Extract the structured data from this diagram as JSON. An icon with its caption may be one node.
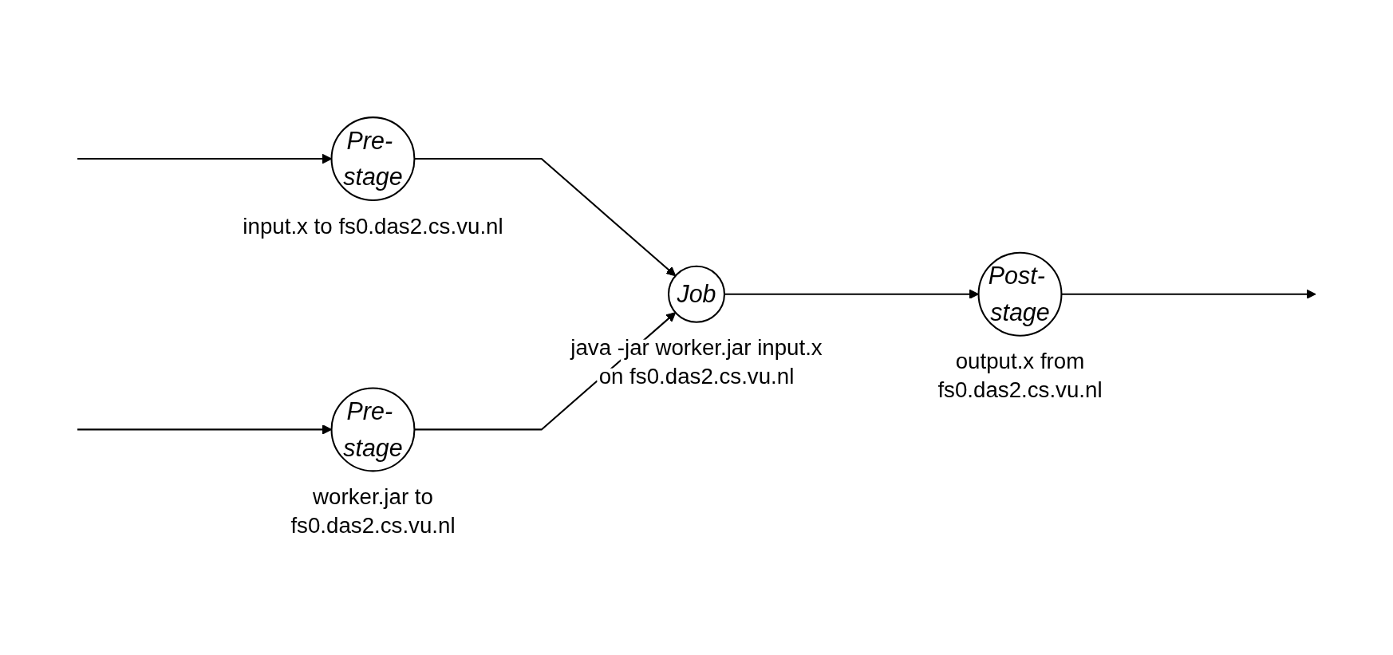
{
  "diagram": {
    "nodes": [
      {
        "text": [
          "Pre- stage"
        ],
        "beside": [
          "input.x to fs0.das2.cs.vu.nl"
        ]
      },
      {
        "text": [
          "Pre- stage"
        ],
        "beside": [
          "worker.jar to fs0.das2.cs.vu.nl"
        ]
      },
      {
        "text": [
          "Job"
        ],
        "beside": [
          "java -jar worker.jar input.x on fs0.das2.cs.vu.nl"
        ]
      },
      {
        "text": [
          "Post- stage"
        ],
        "beside": [
          "output.x from fs0.das2.cs.vu.nl"
        ]
      }
    ],
    "edges": [
      {
        "from": null,
        "to": 0,
        "arrow": "to"
      },
      {
        "from": null,
        "to": 1,
        "arrow": "to"
      },
      {
        "from": 0,
        "to": 2,
        "arrow": "to"
      },
      {
        "from": 1,
        "to": 2,
        "arrow": "to"
      },
      {
        "from": 2,
        "to": 3,
        "arrow": "to"
      },
      {
        "from": 3,
        "to": null,
        "arrow": "to"
      }
    ]
  }
}
